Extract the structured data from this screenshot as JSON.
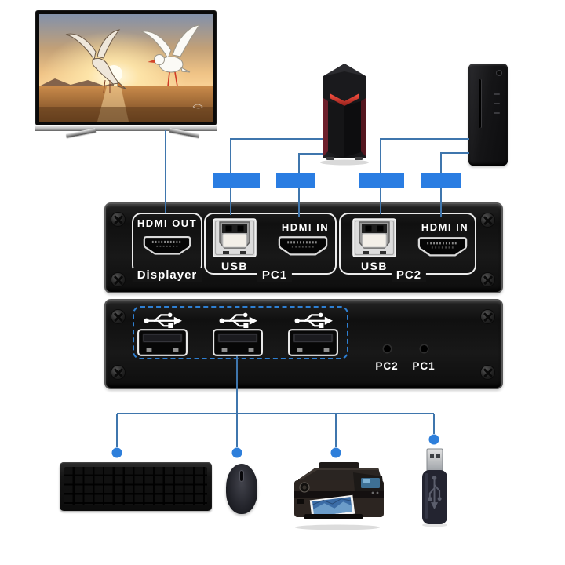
{
  "colors": {
    "wire": "#3f76ad",
    "connector": "#2a7de2",
    "dot": "#2e7fdb",
    "dashed": "#2e7fd2"
  },
  "panels": {
    "front": {
      "groups": [
        {
          "label": "Displayer",
          "ports": [
            {
              "type": "hdmi-out",
              "label": "HDMI OUT"
            }
          ]
        },
        {
          "label": "PC1",
          "ports": [
            {
              "type": "usb-b",
              "label": "USB"
            },
            {
              "type": "hdmi-in",
              "label": "HDMI IN"
            }
          ]
        },
        {
          "label": "PC2",
          "ports": [
            {
              "type": "usb-b",
              "label": "USB"
            },
            {
              "type": "hdmi-in",
              "label": "HDMI IN"
            }
          ]
        }
      ]
    },
    "back": {
      "usb_port_count": 3,
      "leds": [
        {
          "label": "PC2"
        },
        {
          "label": "PC1"
        }
      ]
    }
  },
  "icons": {
    "usb-trident-icon": "USB trident drawn as inline SVG (circle, branches, arrow)",
    "phillips-screw-icon": "circle with X cross (CSS shape)",
    "hdmi-port-icon": "trapezoid socket (inline SVG)",
    "usb-b-port-icon": "square socket with two pins (inline SVG)",
    "usb-a-port-icon": "rectangular socket (inline SVG)"
  }
}
